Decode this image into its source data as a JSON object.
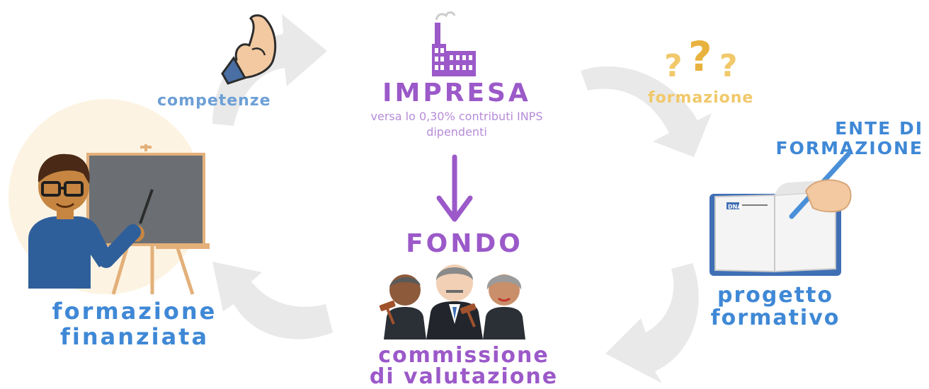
{
  "nodes": {
    "competenze": "competenze",
    "impresa": {
      "title": "IMPRESA",
      "line1": "versa lo 0,30% contributi INPS",
      "line2": "dipendenti"
    },
    "formazione": "formazione",
    "ente": {
      "line1": "ENTE DI",
      "line2": "FORMAZIONE"
    },
    "fondo": "FONDO",
    "progetto": {
      "line1": "progetto",
      "line2": "formativo"
    },
    "commissione": {
      "line1": "commissione",
      "line2": "di valutazione"
    },
    "formazione_finanziata": {
      "line1": "formazione",
      "line2": "finanziata"
    }
  },
  "book_logo_text": "DNA",
  "colors": {
    "purple": "#9b59c9",
    "light_purple": "#b68bd8",
    "blue": "#3f88d6",
    "light_blue": "#6d9fd6",
    "yellow": "#f1c96b",
    "arrow_gray": "#e8e8e8"
  }
}
